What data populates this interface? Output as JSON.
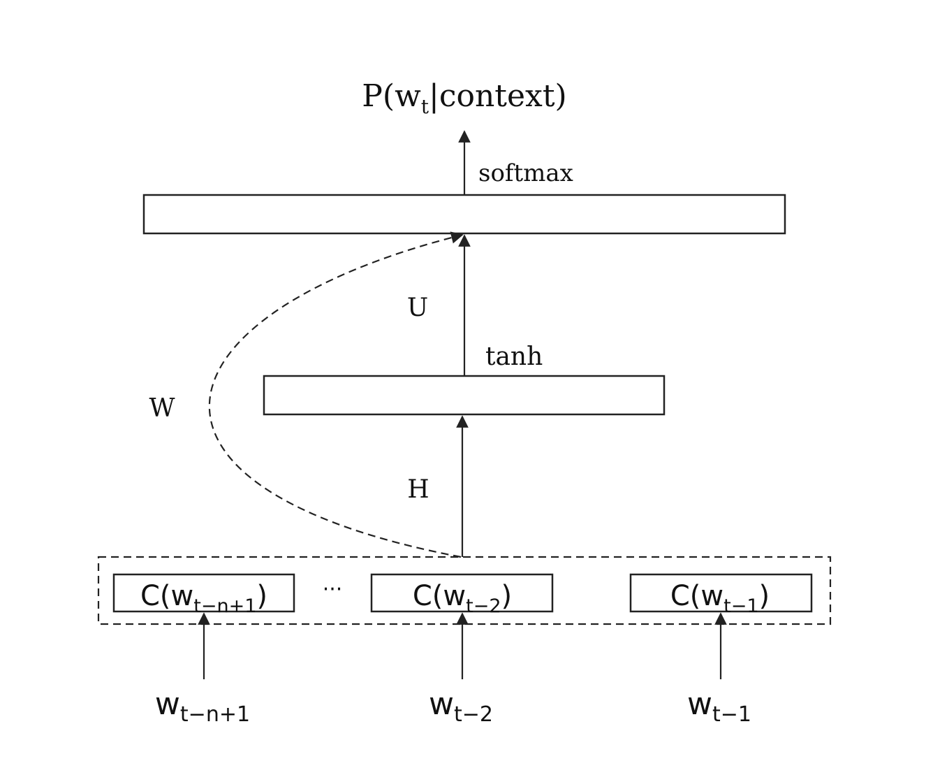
{
  "colors": {
    "stroke": "#222222",
    "text": "#111111",
    "background": "#ffffff"
  },
  "output": {
    "prefix": "P(w",
    "sub": "t",
    "suffix": "|context)"
  },
  "layers": {
    "softmax_label": "softmax",
    "tanh_label": "tanh",
    "U_label": "U",
    "H_label": "H",
    "W_label": "W"
  },
  "ellipsis": "···",
  "embeddings": [
    {
      "prefix": "C(w",
      "sub": "t−n+1",
      "suffix": ")"
    },
    {
      "prefix": "C(w",
      "sub": "t−2",
      "suffix": ")"
    },
    {
      "prefix": "C(w",
      "sub": "t−1",
      "suffix": ")"
    }
  ],
  "inputs": [
    {
      "base": "w",
      "sub": "t−n+1"
    },
    {
      "base": "w",
      "sub": "t−2"
    },
    {
      "base": "w",
      "sub": "t−1"
    }
  ]
}
